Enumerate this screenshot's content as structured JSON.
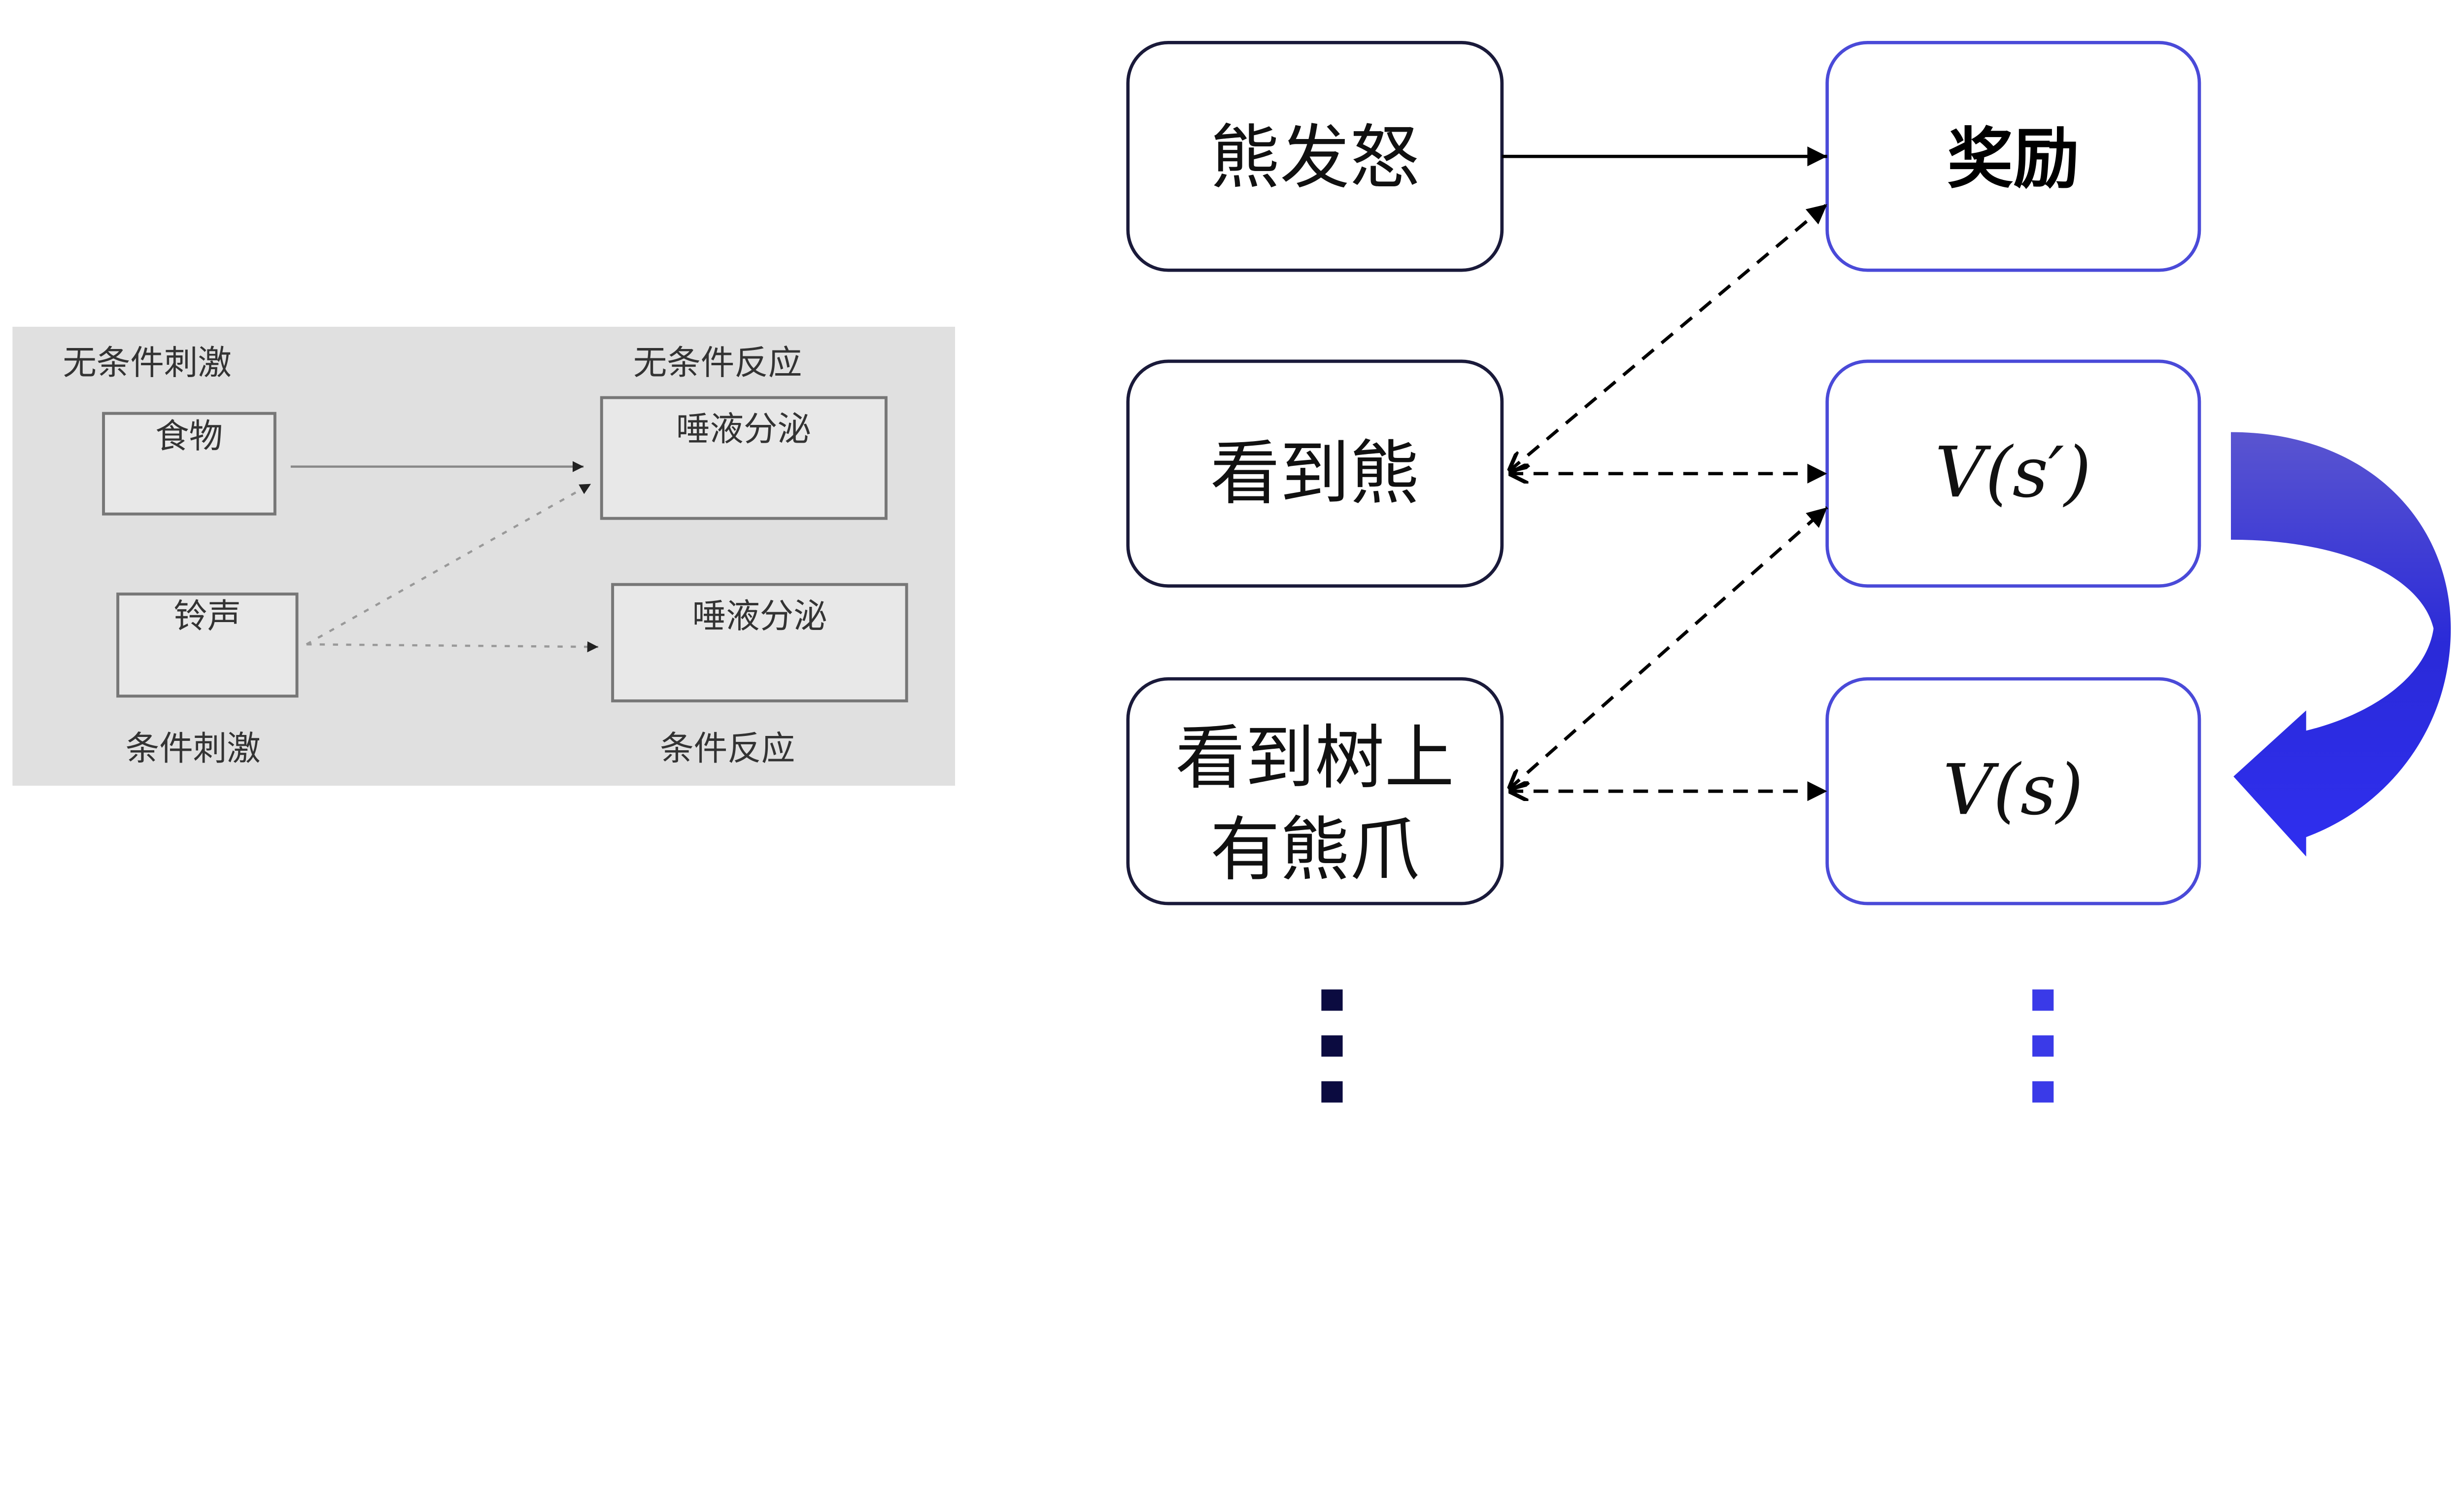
{
  "left_panel": {
    "top_left_label": "无条件刺激",
    "top_right_label": "无条件反应",
    "bottom_left_label": "条件刺激",
    "bottom_right_label": "条件反应",
    "food_box": "食物",
    "bell_box": "铃声",
    "saliva_top_box": "唾液分泌",
    "saliva_bottom_box": "唾液分泌",
    "background_color": "#e0e0e0"
  },
  "right_panel": {
    "left_nodes": [
      {
        "line1": "熊发怒",
        "line2": ""
      },
      {
        "line1": "看到熊",
        "line2": ""
      },
      {
        "line1": "看到树上",
        "line2": "有熊爪"
      }
    ],
    "right_nodes": [
      {
        "label": "奖励"
      },
      {
        "label": "V(s′)"
      },
      {
        "label": "V(s)"
      }
    ],
    "left_border_color": "#1a1a3a",
    "right_border_color": "#4a4ad8",
    "curved_arrow_color": "#2f2fe0",
    "ellipsis_left_color": "#0b0b40",
    "ellipsis_right_color": "#3a3ae8"
  }
}
